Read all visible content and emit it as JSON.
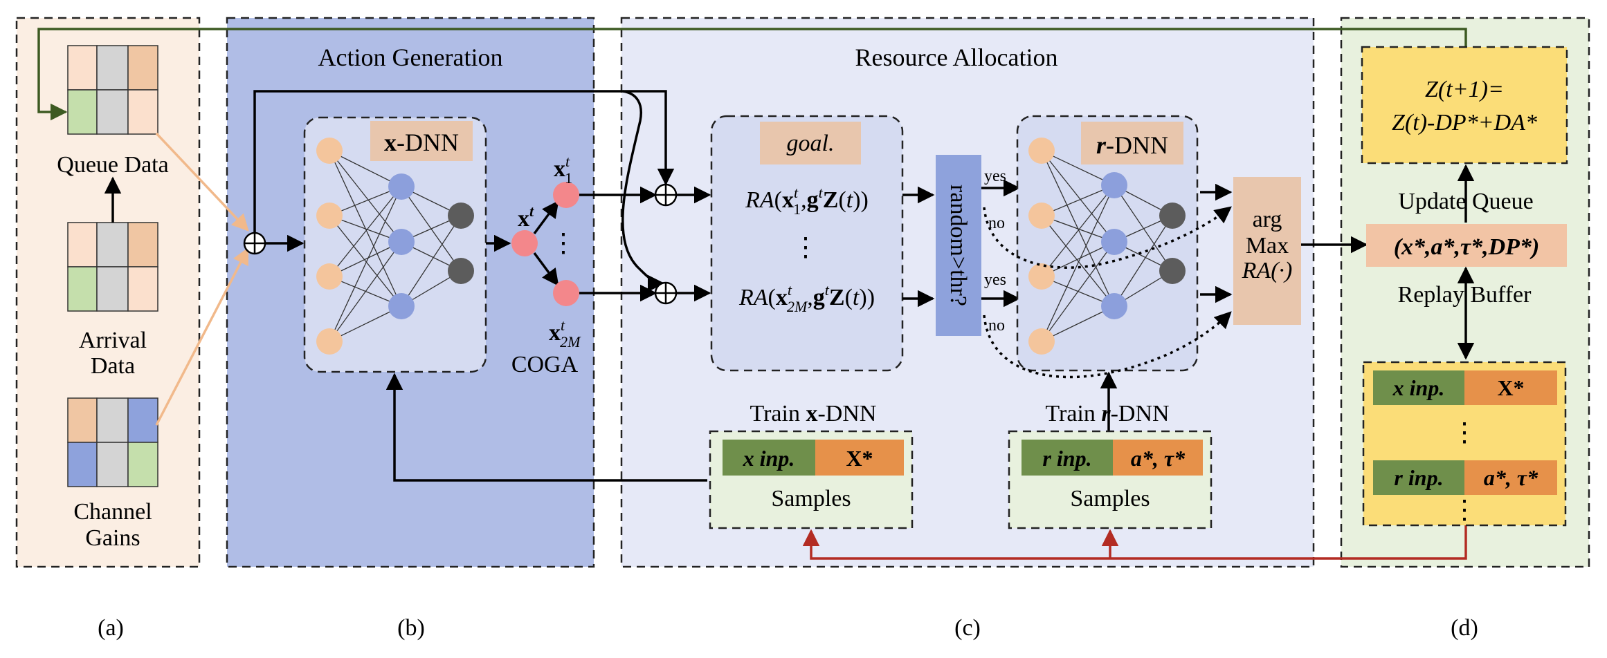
{
  "panels": {
    "a": {
      "label": "(a)",
      "queue_label": "Queue Data",
      "arrival_label_1": "Arrival",
      "arrival_label_2": "Data",
      "channel_label_1": "Channel",
      "channel_label_2": "Gains"
    },
    "b": {
      "label": "(b)",
      "title": "Action Generation",
      "dnn_prefix": "x",
      "dnn_suffix": "-DNN",
      "coga": "COGA"
    },
    "c": {
      "label": "(c)",
      "title": "Resource Allocation",
      "goal": "goal.",
      "ra": "RA",
      "ellipsis": "⋮",
      "decision": "random>thr?",
      "yes": "yes",
      "no": "no",
      "rdnn_prefix": "r",
      "rdnn_suffix": "-DNN",
      "argmax_1": "arg",
      "argmax_2": "Max",
      "argmax_3": "RA(·)",
      "train_x_prefix": "Train ",
      "train_x_bold": "x",
      "train_x_suffix": "-DNN",
      "train_r_prefix": "Train ",
      "train_r_bold": "r",
      "train_r_suffix": "-DNN",
      "x_inp": "x inp.",
      "x_star": "X*",
      "r_inp": "r inp.",
      "a_tau": "a*, τ*",
      "samples": "Samples"
    },
    "d": {
      "label": "(d)",
      "update_line1": "Z(t+1)=",
      "update_line2": "Z(t)-DP*+DA*",
      "update_queue": "Update Queue",
      "tuple": "(x*,a*,τ*,DP*)",
      "replay_buffer": "Replay Buffer",
      "x_inp": "x inp.",
      "x_star": "X*",
      "r_inp": "r inp.",
      "a_tau": "a*, τ*"
    }
  },
  "colors": {
    "panel_a_bg": "#fbeee3",
    "panel_b_bg": "#b0bde6",
    "panel_c_bg": "#e6e9f7",
    "panel_d_bg": "#e8f1de",
    "dnn_box_bg": "#d5dbf1",
    "peach": "#f1c9a3",
    "tan": "#e8c6ad",
    "node_peach": "#f4c59c",
    "node_blue": "#8c9fdc",
    "node_gray": "#5c5c5c",
    "node_red": "#f3878b",
    "decision_blue": "#8ea2dc",
    "green_dark": "#6f8f4b",
    "orange": "#e6914a",
    "yellow": "#fbdd78",
    "line_green": "#3d5a22",
    "line_red": "#b32c23",
    "grid_peach": "#fbe0cd",
    "grid_tan": "#f0c6a3",
    "grid_green": "#c5dfac",
    "grid_gray": "#d4d4d4",
    "grid_blue": "#8ea2dc"
  }
}
